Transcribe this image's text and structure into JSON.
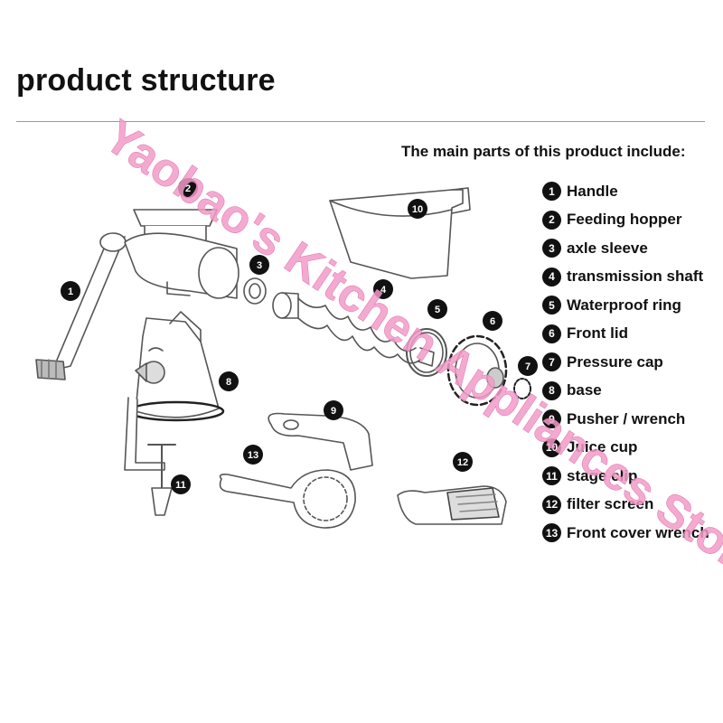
{
  "title": "product structure",
  "intro": "The main parts of this product include:",
  "parts": [
    {
      "num": "1",
      "label": "Handle"
    },
    {
      "num": "2",
      "label": "Feeding hopper"
    },
    {
      "num": "3",
      "label": "axle sleeve"
    },
    {
      "num": "4",
      "label": "transmission shaft"
    },
    {
      "num": "5",
      "label": "Waterproof ring"
    },
    {
      "num": "6",
      "label": "Front lid"
    },
    {
      "num": "7",
      "label": "Pressure cap"
    },
    {
      "num": "8",
      "label": "base"
    },
    {
      "num": "9",
      "label": "Pusher / wrench"
    },
    {
      "num": "10",
      "label": "Juice cup"
    },
    {
      "num": "11",
      "label": "stage clip"
    },
    {
      "num": "12",
      "label": "filter screen"
    },
    {
      "num": "13",
      "label": "Front cover wrench"
    }
  ],
  "watermark": "Yaobao's Kitchen Appliances Store",
  "colors": {
    "watermark": "#f29bc8",
    "ink": "#111111",
    "line": "#555555"
  }
}
